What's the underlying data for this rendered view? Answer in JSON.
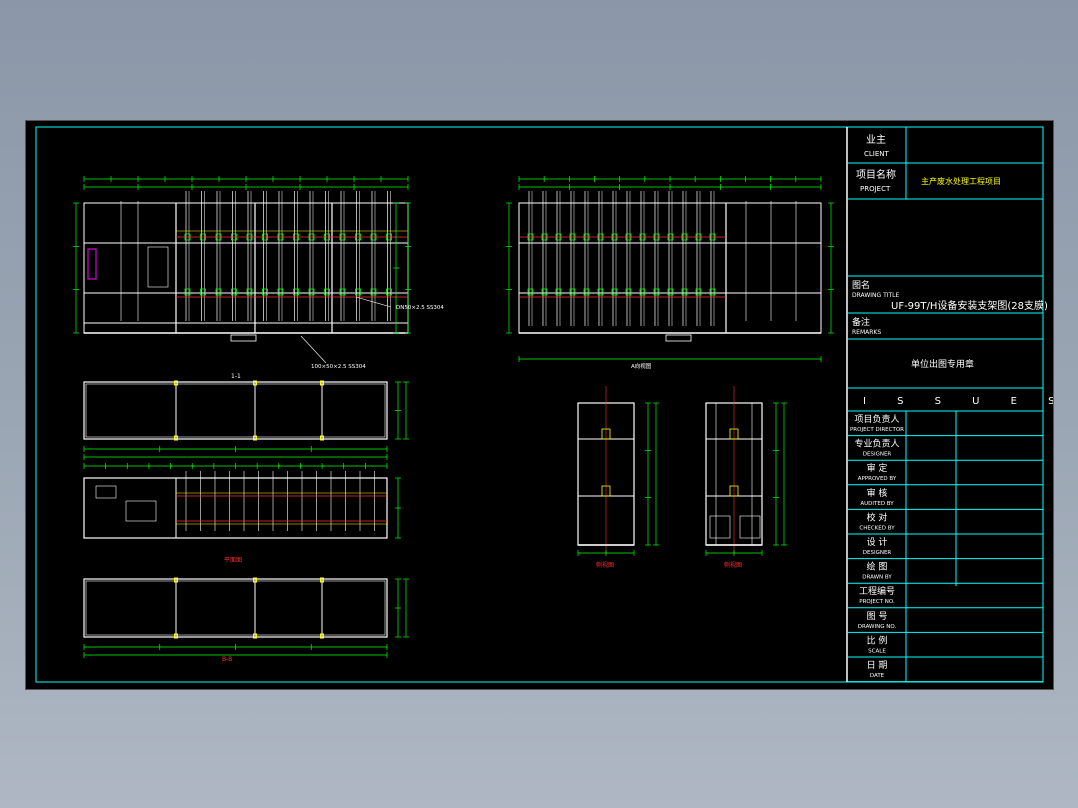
{
  "title_block": {
    "client_cn": "业主",
    "client_en": "CLIENT",
    "project_cn": "项目名称",
    "project_en": "PROJECT",
    "project_name": "主产废水处理工程项目",
    "drawing_title_cn": "图名",
    "drawing_title_en": "DRAWING TITLE",
    "drawing_title": "UF-99T/H设备安装支架图(28支膜)",
    "remarks_cn": "备注",
    "remarks_en": "REMARKS",
    "company": "单位出图专用章",
    "issues": "I S S U E S",
    "rows": [
      {
        "cn": "项目负责人",
        "en": "PROJECT DIRECTOR"
      },
      {
        "cn": "专业负责人",
        "en": "DESIGNER"
      },
      {
        "cn": "审 定",
        "en": "APPROVED BY"
      },
      {
        "cn": "审 核",
        "en": "AUDITED BY"
      },
      {
        "cn": "校 对",
        "en": "CHECKED BY"
      },
      {
        "cn": "设 计",
        "en": "DESIGNER"
      },
      {
        "cn": "绘 图",
        "en": "DRAWN BY"
      },
      {
        "cn": "工程编号",
        "en": "PROJECT NO."
      },
      {
        "cn": "图 号",
        "en": "DRAWING NO."
      },
      {
        "cn": "比 例",
        "en": "SCALE"
      },
      {
        "cn": "日 期",
        "en": "DATE"
      }
    ]
  },
  "view_labels": {
    "plan_top": "1-1",
    "plan_mid": "平面图",
    "plan_bottom": "B-B",
    "side_left": "侧视图",
    "side_right": "侧视图",
    "front_right_dim": "A向视图"
  },
  "callouts": {
    "pipe_upper": "DN50×2.5 SS304",
    "pipe_lower": "100×50×2.5 SS304"
  },
  "colors": {
    "frame": "#00ffff",
    "line": "#ffffff",
    "dim": "#00ff00",
    "accent": "#ffff00",
    "red": "#ff3030",
    "magenta": "#ff00ff"
  }
}
